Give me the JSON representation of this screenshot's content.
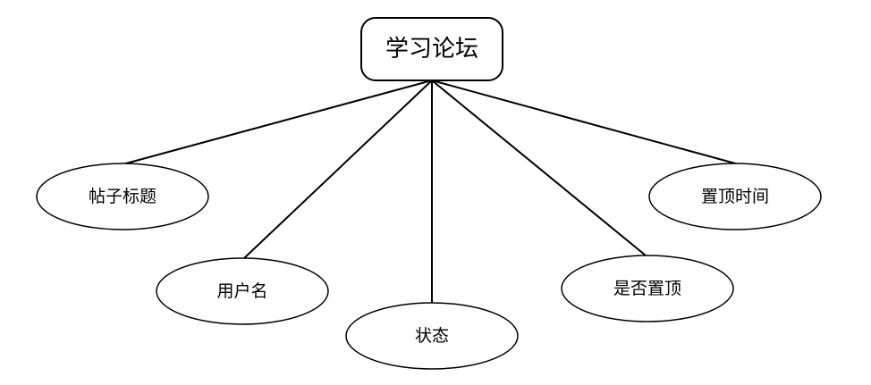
{
  "entity": {
    "name": "学习论坛"
  },
  "attributes": [
    {
      "id": "post-title",
      "label": "帖子标题"
    },
    {
      "id": "username",
      "label": "用户名"
    },
    {
      "id": "status",
      "label": "状态"
    },
    {
      "id": "is-pinned",
      "label": "是否置顶"
    },
    {
      "id": "pin-time",
      "label": "置顶时间"
    }
  ]
}
